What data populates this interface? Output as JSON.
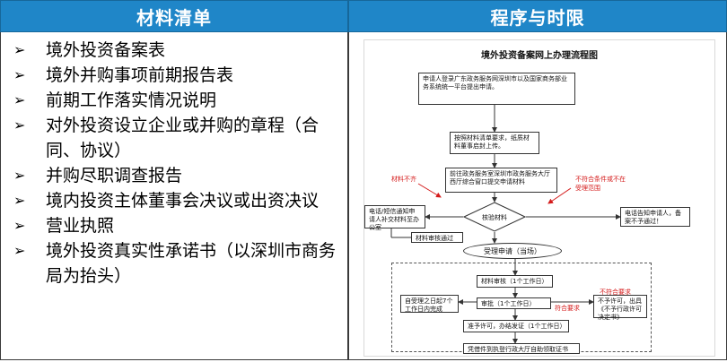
{
  "headers": {
    "left": "材料清单",
    "right": "程序与时限"
  },
  "materials": [
    "境外投资备案表",
    "境外并购事项前期报告表",
    "前期工作落实情况说明",
    "对外投资设立企业或并购的章程（合同、协议）",
    "并购尽职调查报告",
    "境内投资主体董事会决议或出资决议",
    "营业执照",
    "境外投资真实性承诺书（以深圳市商务局为抬头）"
  ],
  "bullet_glyph": "➢",
  "flowchart": {
    "title": "境外投资备案网上办理流程图",
    "step1": "申请人登录广东政务服务网深圳市以及国家商务部业务系统统一平台提出申请。",
    "step2": "按照材料清单要求，纸质材料董事启封上传。",
    "step3": "前往政务服务室深圳市政务服务大厅西厅综合窗口提交申请材料",
    "label_insufficient": "材料不齐",
    "label_not_meet": "不符合条件或不在受理范围",
    "side_left": "电话/短信通知申请人补交材料至办公室",
    "diamond": "核验材料",
    "side_right": "电话告知申请人，备案不予通过！",
    "label_pass": "材料审核通过",
    "accept": "受理申请（当场）",
    "review": "材料审核（1个工作日）",
    "left_box": "自受理之日起7个工作日内完成",
    "approve": "审批（1个工作日）",
    "label_req": "不符合要求",
    "label_req2": "符合要求",
    "reject": "不予许可，出具《不予行政许可决定书》",
    "issue": "准予许可，办结发证（1个工作日）",
    "final": "凭借件到执登行政大厅自助领取证书"
  }
}
